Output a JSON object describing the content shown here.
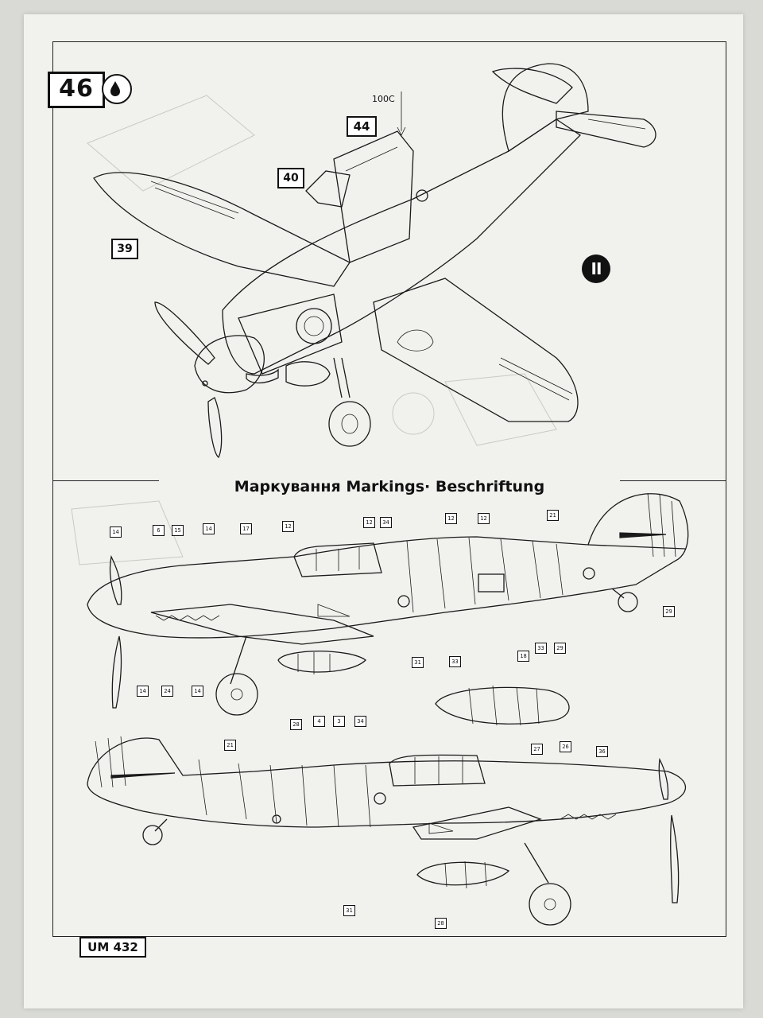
{
  "step": {
    "number": "46"
  },
  "assembly": {
    "parts": {
      "p44": "44",
      "p40": "40",
      "p39": "39",
      "p100c": "100C"
    },
    "variant": "II"
  },
  "markings": {
    "title": "Маркування Markings· Beschriftung",
    "side_view_upper": {
      "callouts": [
        "14",
        "6",
        "15",
        "14",
        "17",
        "12",
        "12",
        "34",
        "12",
        "12",
        "21",
        "29",
        "33",
        "18",
        "33",
        "29",
        "31",
        "33",
        "14",
        "24",
        "14",
        "28"
      ]
    },
    "drop_tank": {
      "callouts": [
        "27",
        "26"
      ]
    },
    "side_view_lower": {
      "callouts": [
        "21",
        "4",
        "3",
        "34",
        "36",
        "31",
        "28"
      ]
    }
  },
  "footer": {
    "kit_code": "UM 432"
  }
}
